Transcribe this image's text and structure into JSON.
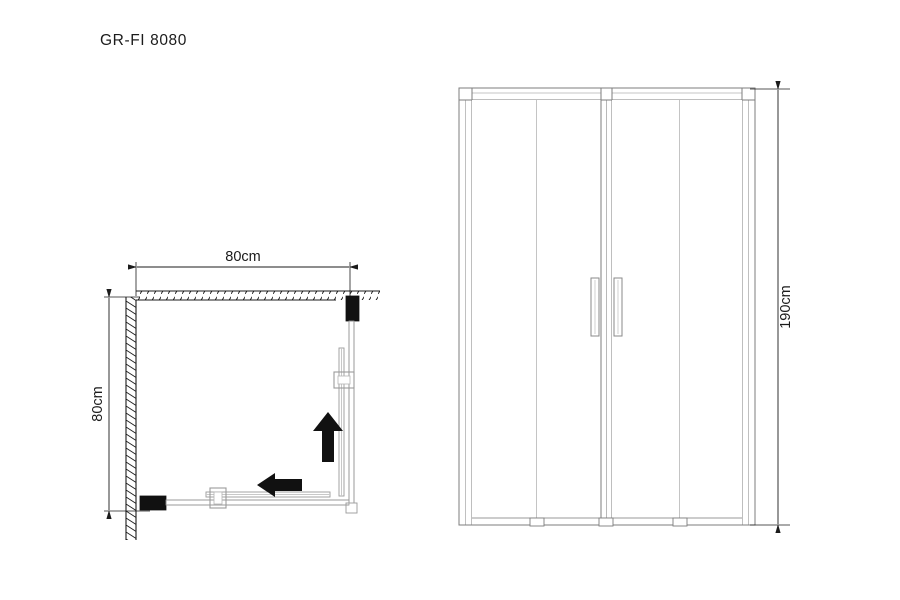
{
  "document": {
    "title": "GR-FI 8080",
    "type": "technical-drawing",
    "subject": "shower enclosure sliding door",
    "units": "cm",
    "background_color": "#ffffff",
    "line_color": "#1b1b1b",
    "glass_color": "#9a9a9a",
    "profile_fill": "#111111"
  },
  "views": {
    "plan": {
      "name": "plan-view",
      "dimensions": {
        "top": {
          "label": "80cm",
          "value": 80,
          "orientation": "horizontal"
        },
        "left": {
          "label": "80cm",
          "value": 80,
          "orientation": "vertical"
        }
      },
      "annotations": {
        "arrow_up": {
          "name": "slide-direction-arrow-up",
          "direction": "up"
        },
        "arrow_left": {
          "name": "slide-direction-arrow-left",
          "direction": "left"
        }
      },
      "elements": [
        "wall-hatch-top",
        "wall-hatch-left",
        "wall-profile-top-right",
        "wall-profile-bottom-left",
        "glass-panel-vertical",
        "glass-panel-horizontal",
        "sliding-door-vertical",
        "sliding-door-horizontal",
        "handle-vertical",
        "handle-horizontal"
      ]
    },
    "elevation": {
      "name": "elevation-view",
      "dimensions": {
        "right": {
          "label": "190cm",
          "value": 190,
          "orientation": "vertical"
        }
      },
      "elements": [
        "frame-post-left",
        "frame-post-right",
        "top-rail",
        "bottom-rail",
        "fixed-panel-left",
        "sliding-door-left",
        "sliding-door-right",
        "fixed-panel-right",
        "center-meeting-rail",
        "handle-left",
        "handle-right",
        "roller-bracket-left",
        "roller-bracket-center",
        "roller-bracket-right"
      ]
    }
  }
}
